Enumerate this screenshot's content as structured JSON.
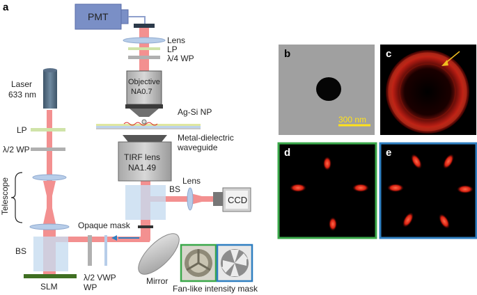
{
  "figure": {
    "panel_a_letter": "a",
    "panel_b_letter": "b",
    "panel_c_letter": "c",
    "panel_d_letter": "d",
    "panel_e_letter": "e"
  },
  "labels": {
    "pmt": "PMT",
    "lens_top": "Lens",
    "lp_top": "LP",
    "qwp": "λ/4 WP",
    "objective_line1": "Objective",
    "objective_line2": "NA0.7",
    "ag_si_np": "Ag-Si NP",
    "metal_dielectric_line1": "Metal-dielectric",
    "metal_dielectric_line2": "waveguide",
    "tirf_line1": "TIRF lens",
    "tirf_line2": "NA1.49",
    "laser_line1": "Laser",
    "laser_line2": "633 nm",
    "lp_left": "LP",
    "hwp_left": "λ/2 WP",
    "telescope": "Telescope",
    "bs_right": "BS",
    "lens_right": "Lens",
    "ccd": "CCD",
    "opaque_mask": "Opaque mask",
    "bs_left": "BS",
    "slm": "SLM",
    "vwp_line1": "λ/2 VWP",
    "vwp_line2": "WP",
    "mirror": "Mirror",
    "fan_mask": "Fan-like intensity mask",
    "scale_bar": "300 nm"
  },
  "colors": {
    "beam": "#ef6b6b",
    "panel_d_border": "#3aa84a",
    "panel_e_border": "#2f7fc1",
    "scale_bar": "#ffe21a",
    "arrow": "#f0c020",
    "pmt_fill": "#7a8fc6"
  }
}
